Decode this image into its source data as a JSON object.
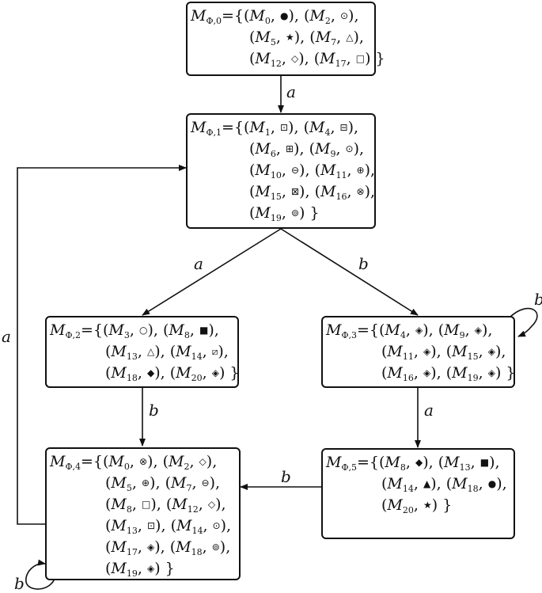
{
  "nodes": {
    "n0": {
      "name": "M",
      "sub": "Φ,0",
      "pairs": [
        {
          "m": "M",
          "i": "0",
          "s": "●"
        },
        {
          "m": "M",
          "i": "2",
          "s": "⊙"
        },
        {
          "m": "M",
          "i": "5",
          "s": "★"
        },
        {
          "m": "M",
          "i": "7",
          "s": "△"
        },
        {
          "m": "M",
          "i": "12",
          "s": "◇"
        },
        {
          "m": "M",
          "i": "17",
          "s": "□"
        }
      ]
    },
    "n1": {
      "name": "M",
      "sub": "Φ,1",
      "pairs": [
        {
          "m": "M",
          "i": "1",
          "s": "⊡"
        },
        {
          "m": "M",
          "i": "4",
          "s": "⊟"
        },
        {
          "m": "M",
          "i": "6",
          "s": "⊞"
        },
        {
          "m": "M",
          "i": "9",
          "s": "⊙"
        },
        {
          "m": "M",
          "i": "10",
          "s": "⊖"
        },
        {
          "m": "M",
          "i": "11",
          "s": "⊕"
        },
        {
          "m": "M",
          "i": "15",
          "s": "⊠"
        },
        {
          "m": "M",
          "i": "16",
          "s": "⊗"
        },
        {
          "m": "M",
          "i": "19",
          "s": "⊚"
        }
      ]
    },
    "n2": {
      "name": "M",
      "sub": "Φ,2",
      "pairs": [
        {
          "m": "M",
          "i": "3",
          "s": "○"
        },
        {
          "m": "M",
          "i": "8",
          "s": "■"
        },
        {
          "m": "M",
          "i": "13",
          "s": "△"
        },
        {
          "m": "M",
          "i": "14",
          "s": "⧄"
        },
        {
          "m": "M",
          "i": "18",
          "s": "◆"
        },
        {
          "m": "M",
          "i": "20",
          "s": "◈"
        }
      ]
    },
    "n3": {
      "name": "M",
      "sub": "Φ,3",
      "pairs": [
        {
          "m": "M",
          "i": "4",
          "s": "◈"
        },
        {
          "m": "M",
          "i": "9",
          "s": "◈"
        },
        {
          "m": "M",
          "i": "11",
          "s": "◈"
        },
        {
          "m": "M",
          "i": "15",
          "s": "◈"
        },
        {
          "m": "M",
          "i": "16",
          "s": "◈"
        },
        {
          "m": "M",
          "i": "19",
          "s": "◈"
        }
      ]
    },
    "n4": {
      "name": "M",
      "sub": "Φ,4",
      "pairs": [
        {
          "m": "M",
          "i": "0",
          "s": "⊗"
        },
        {
          "m": "M",
          "i": "2",
          "s": "◇"
        },
        {
          "m": "M",
          "i": "5",
          "s": "⊕"
        },
        {
          "m": "M",
          "i": "7",
          "s": "⊖"
        },
        {
          "m": "M",
          "i": "8",
          "s": "□"
        },
        {
          "m": "M",
          "i": "12",
          "s": "◇"
        },
        {
          "m": "M",
          "i": "13",
          "s": "⊡"
        },
        {
          "m": "M",
          "i": "14",
          "s": "⊙"
        },
        {
          "m": "M",
          "i": "17",
          "s": "◈"
        },
        {
          "m": "M",
          "i": "18",
          "s": "⊚"
        },
        {
          "m": "M",
          "i": "19",
          "s": "◈"
        }
      ]
    },
    "n5": {
      "name": "M",
      "sub": "Φ,5",
      "pairs": [
        {
          "m": "M",
          "i": "8",
          "s": "◆"
        },
        {
          "m": "M",
          "i": "13",
          "s": "■"
        },
        {
          "m": "M",
          "i": "14",
          "s": "▲"
        },
        {
          "m": "M",
          "i": "18",
          "s": "●"
        },
        {
          "m": "M",
          "i": "20",
          "s": "★"
        }
      ]
    }
  },
  "edges": [
    {
      "from": "n0",
      "to": "n1",
      "label": "a"
    },
    {
      "from": "n1",
      "to": "n2",
      "label": "a"
    },
    {
      "from": "n1",
      "to": "n3",
      "label": "b"
    },
    {
      "from": "n3",
      "to": "n3",
      "label": "b"
    },
    {
      "from": "n2",
      "to": "n4",
      "label": "b"
    },
    {
      "from": "n3",
      "to": "n5",
      "label": "a"
    },
    {
      "from": "n5",
      "to": "n4",
      "label": "b"
    },
    {
      "from": "n4",
      "to": "n1",
      "label": "a"
    },
    {
      "from": "n4",
      "to": "n4",
      "label": "b"
    }
  ]
}
